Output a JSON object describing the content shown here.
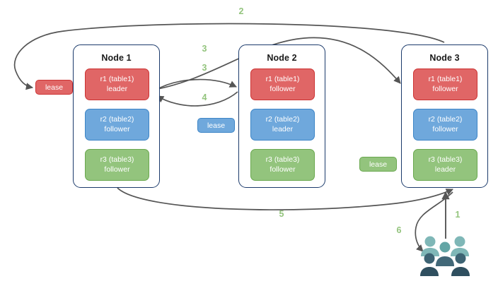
{
  "diagram": {
    "title": "Raft multi-raft lease diagram",
    "colors": {
      "r1": "#e06666",
      "r2": "#6fa8dc",
      "r3": "#93c47d",
      "node_border": "#1b3a6b",
      "edge": "#555555",
      "step_label": "#93c47d",
      "users_light": "#7fb7b7",
      "users_mid": "#4f8a8b",
      "users_dark": "#2f4f5f"
    },
    "nodes": [
      {
        "title": "Node 1",
        "replicas": [
          {
            "name": "r1 (table1)",
            "role": "leader",
            "color_key": "r1"
          },
          {
            "name": "r2 (table2)",
            "role": "follower",
            "color_key": "r2"
          },
          {
            "name": "r3 (table3)",
            "role": "follower",
            "color_key": "r3"
          }
        ]
      },
      {
        "title": "Node 2",
        "replicas": [
          {
            "name": "r1 (table1)",
            "role": "follower",
            "color_key": "r1"
          },
          {
            "name": "r2 (table2)",
            "role": "leader",
            "color_key": "r2"
          },
          {
            "name": "r3 (table3)",
            "role": "follower",
            "color_key": "r3"
          }
        ]
      },
      {
        "title": "Node 3",
        "replicas": [
          {
            "name": "r1 (table1)",
            "role": "follower",
            "color_key": "r1"
          },
          {
            "name": "r2 (table2)",
            "role": "follower",
            "color_key": "r2"
          },
          {
            "name": "r3 (table3)",
            "role": "leader",
            "color_key": "r3"
          }
        ]
      }
    ],
    "leases": [
      {
        "label": "lease",
        "color_key": "r1"
      },
      {
        "label": "lease",
        "color_key": "r2"
      },
      {
        "label": "lease",
        "color_key": "r3"
      }
    ],
    "step_labels": [
      {
        "text": "2"
      },
      {
        "text": "3"
      },
      {
        "text": "3"
      },
      {
        "text": "4"
      },
      {
        "text": "5"
      },
      {
        "text": "1"
      },
      {
        "text": "6"
      }
    ],
    "users_icon_name": "users-group-icon"
  }
}
